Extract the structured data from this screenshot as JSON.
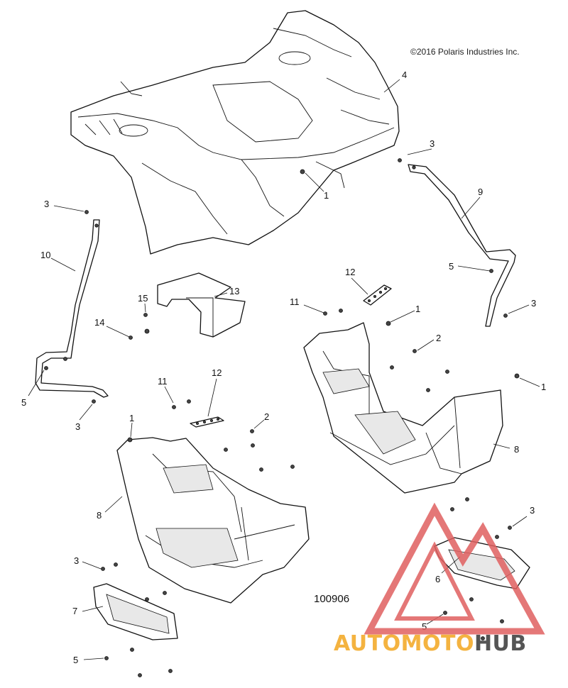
{
  "copyright": "©2016 Polaris Industries Inc.",
  "drawing_id": "100906",
  "watermark": {
    "text_part1": "AUTOMOTO",
    "text_part2": "HUB",
    "color_part1": "#f4b340",
    "color_part2": "#555555",
    "logo_color": "#e06060"
  },
  "callouts": {
    "rear_fender_4": "4",
    "fastener_1_rear": "1",
    "bolt_3_top_right": "3",
    "brace_9": "9",
    "nut_5_right": "5",
    "bolt_3_right": "3",
    "bolt_3_left": "3",
    "brace_10": "10",
    "nut_5_left": "5",
    "bolt_3_left_lower": "3",
    "bracket_13": "13",
    "screw_15": "15",
    "clip_14": "14",
    "plate_12_right": "12",
    "bolt_11_right": "11",
    "fastener_1_right": "1",
    "bolt_2_right": "2",
    "fastener_1_far_right": "1",
    "footwell_8_right": "8",
    "bolt_11_left": "11",
    "plate_12_left": "12",
    "fastener_1_left": "1",
    "bolt_2_left": "2",
    "footwell_8_left": "8",
    "bolt_3_footrest_right": "3",
    "footrest_6": "6",
    "nut_5_footrest_right": "5",
    "bolt_3_footrest_left": "3",
    "footrest_7": "7",
    "nut_5_bottom": "5"
  }
}
